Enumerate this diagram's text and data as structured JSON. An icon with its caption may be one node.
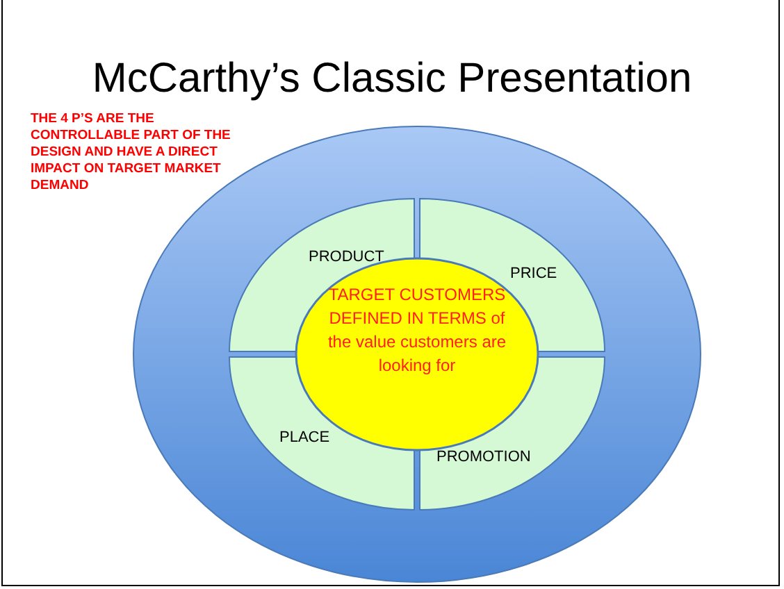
{
  "diagram": {
    "title": "McCarthy’s Classic Presentation",
    "nodes": [
      {
        "text": [],
        "shape": "circle"
      },
      {
        "text": [
          "PRODUCT"
        ],
        "in": 0
      },
      {
        "text": [
          "PRICE"
        ],
        "in": 0
      },
      {
        "text": [
          "PLACE"
        ],
        "in": 0
      },
      {
        "text": [
          "PROMOTION"
        ],
        "in": 0
      },
      {
        "text": [
          "TARGET CUSTOMERS DEFINED IN TERMS of the value customers are looking for"
        ],
        "in": 0
      }
    ],
    "edges": [],
    "labels": [
      "THE 4 P’S ARE THE CONTROLLABLE PART OF THE DESIGN AND HAVE A DIRECT IMPACT ON TARGET MARKET DEMAND"
    ]
  }
}
